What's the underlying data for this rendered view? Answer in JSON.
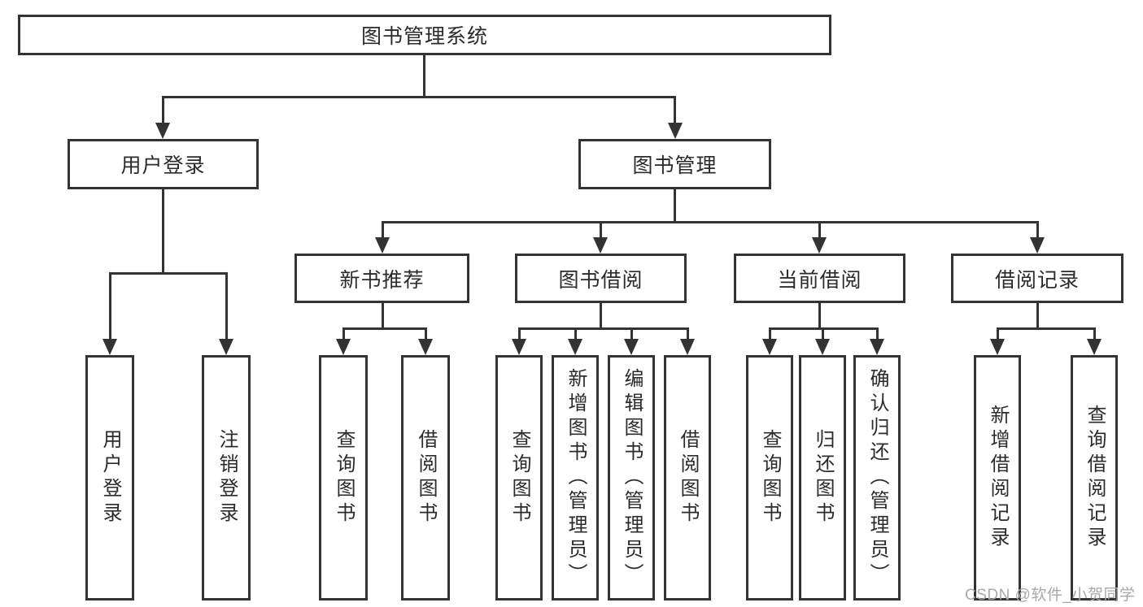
{
  "diagram_title": "图书管理系统",
  "tree": {
    "label": "图书管理系统",
    "children": [
      {
        "label": "用户登录",
        "children": [
          {
            "label": "用户登录"
          },
          {
            "label": "注销登录"
          }
        ]
      },
      {
        "label": "图书管理",
        "children": [
          {
            "label": "新书推荐",
            "children": [
              {
                "label": "查询图书"
              },
              {
                "label": "借阅图书"
              }
            ]
          },
          {
            "label": "图书借阅",
            "children": [
              {
                "label": "查询图书"
              },
              {
                "label": "新增图书（管理员）"
              },
              {
                "label": "编辑图书（管理员）"
              },
              {
                "label": "借阅图书"
              }
            ]
          },
          {
            "label": "当前借阅",
            "children": [
              {
                "label": "查询图书"
              },
              {
                "label": "归还图书"
              },
              {
                "label": "确认归还（管理员）"
              }
            ]
          },
          {
            "label": "借阅记录",
            "children": [
              {
                "label": "新增借阅记录"
              },
              {
                "label": "查询借阅记录"
              }
            ]
          }
        ]
      }
    ]
  },
  "watermark": {
    "text": "CSDN @软件_小贺同学"
  },
  "colors": {
    "line": "#333333",
    "box_border": "#333333",
    "text": "#2b2b2b",
    "watermark": "#a9a9a9",
    "background": "#ffffff"
  }
}
